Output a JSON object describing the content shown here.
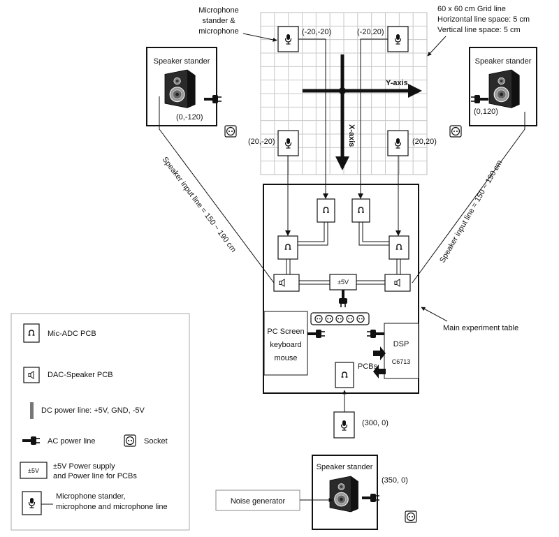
{
  "grid": {
    "title": "60 x 60 cm  Grid  line",
    "h_space": "Horizontal line space: 5 cm",
    "v_space": "Vertical line space: 5 cm",
    "y_axis": "Y-axis",
    "x_axis": "X-axis"
  },
  "mic_caption_1": "Microphone",
  "mic_caption_2": "stander &",
  "mic_caption_3": "microphone",
  "mics": {
    "tl": "(-20,-20)",
    "tr": "(-20,20)",
    "bl": "(20,-20)",
    "br": "(20,20)",
    "bottom": "(300, 0)"
  },
  "speakers": {
    "title": "Speaker stander",
    "left_coord": "(0,-120)",
    "right_coord": "(0,120)",
    "bottom_coord": "(350, 0)"
  },
  "speaker_lines": {
    "left": "Speaker input line = 150 ~ 190 cm",
    "right": "Speaker input line = 150 ~ 190 cm"
  },
  "table": {
    "label": "Main experiment table",
    "power": "±5V",
    "pc_1": "PC Screen",
    "pc_2": "keyboard",
    "pc_3": "mouse",
    "dsp": "DSP",
    "dsp_model": "C6713",
    "pcbs": "PCBs"
  },
  "noise": "Noise generator",
  "legend": {
    "mic_adc": "Mic-ADC PCB",
    "dac_spk": "DAC-Speaker PCB",
    "dc_line": "DC power line: +5V, GND, -5V",
    "ac_line": "AC power line",
    "socket": "Socket",
    "psu_box": "±5V",
    "psu_1": "±5V Power supply",
    "psu_2": "and Power line for PCBs",
    "mic_1": "Microphone stander,",
    "mic_2": "microphone and microphone line"
  }
}
